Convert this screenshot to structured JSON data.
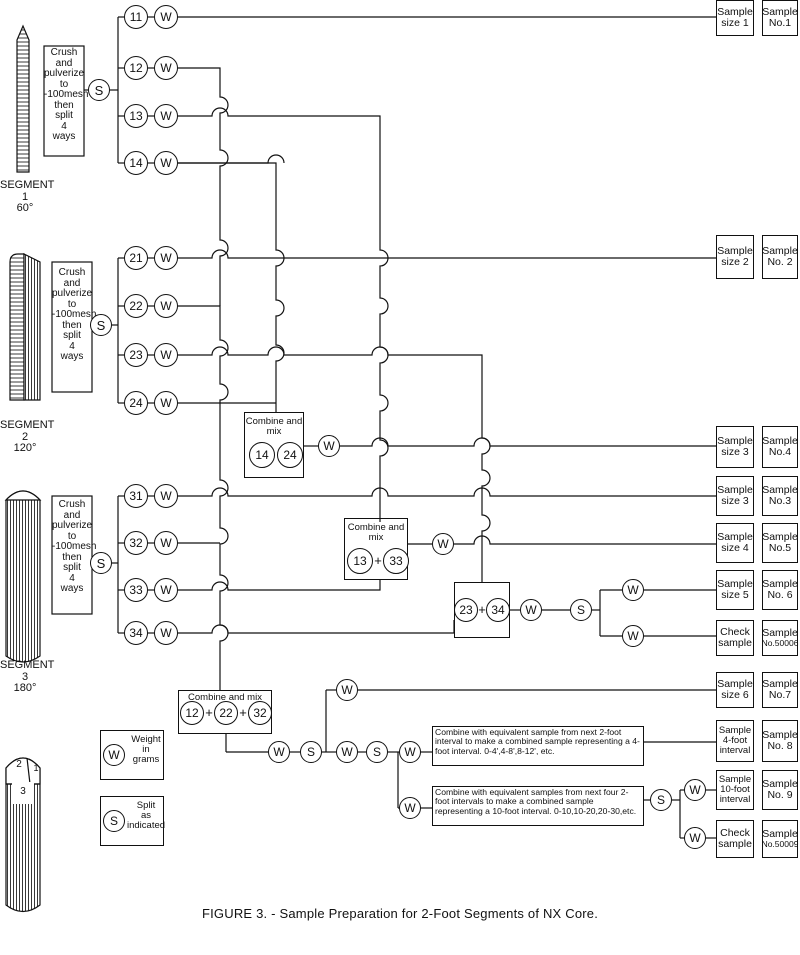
{
  "caption": "FIGURE 3. - Sample Preparation for 2-Foot Segments of NX Core.",
  "segments": [
    {
      "name": "SEGMENT 1",
      "angle": "60°",
      "process": [
        "Crush",
        "and",
        "pulverize",
        "to",
        "-100mesh",
        "then",
        "split",
        "4",
        "ways"
      ]
    },
    {
      "name": "SEGMENT 2",
      "angle": "120°",
      "process": [
        "Crush",
        "and",
        "pulverize",
        "to",
        "-100mesh",
        "then",
        "split",
        "4",
        "ways"
      ]
    },
    {
      "name": "SEGMENT 3",
      "angle": "180°",
      "process": [
        "Crush",
        "and",
        "pulverize",
        "to",
        "-100mesh",
        "then",
        "split",
        "4",
        "ways"
      ]
    }
  ],
  "core_section": {
    "top_left": "2",
    "top_right": "1",
    "bottom": "3"
  },
  "symbols": {
    "weigh": "W",
    "split": "S",
    "plus": "+"
  },
  "sample_ids": [
    "11",
    "12",
    "13",
    "14",
    "21",
    "22",
    "23",
    "24",
    "31",
    "32",
    "33",
    "34"
  ],
  "combine_label": "Combine and mix",
  "combine_groups": {
    "g1": [
      "14",
      "24"
    ],
    "g2": [
      "13",
      "33"
    ],
    "g3": [
      "23",
      "34"
    ],
    "g4": [
      "12",
      "22",
      "32"
    ]
  },
  "outputs": [
    {
      "size": [
        "Sample",
        "size 1"
      ],
      "number": [
        "Sample",
        "No.1"
      ]
    },
    {
      "size": [
        "Sample",
        "size 2"
      ],
      "number": [
        "Sample",
        "No. 2"
      ]
    },
    {
      "size": [
        "Sample",
        "size 3"
      ],
      "number": [
        "Sample",
        "No.4"
      ]
    },
    {
      "size": [
        "Sample",
        "size 3"
      ],
      "number": [
        "Sample",
        "No.3"
      ]
    },
    {
      "size": [
        "Sample",
        "size 4"
      ],
      "number": [
        "Sample",
        "No.5"
      ]
    },
    {
      "size": [
        "Sample",
        "size 5"
      ],
      "number": [
        "Sample",
        "No. 6"
      ]
    },
    {
      "size": [
        "Check",
        "sample"
      ],
      "number": [
        "Sample",
        "No.50006"
      ]
    },
    {
      "size": [
        "Sample",
        "size 6"
      ],
      "number": [
        "Sample",
        "No.7"
      ]
    },
    {
      "size": [
        "Sample",
        "4-foot",
        "interval"
      ],
      "number": [
        "Sample",
        "No. 8"
      ]
    },
    {
      "size": [
        "Sample",
        "10-foot",
        "interval"
      ],
      "number": [
        "Sample",
        "No. 9"
      ]
    },
    {
      "size": [
        "Check",
        "sample"
      ],
      "number": [
        "Sample",
        "No.50009"
      ]
    }
  ],
  "combine_notes": [
    "Combine  with equivalent sample from next 2-foot interval to make a combined sample representing a 4-foot interval. 0-4',4-8',8-12', etc.",
    "Combine  with equivalent samples from next four 2-foot intervals to make a combined sample representing a 10-foot interval. 0-10,10-20,20-30,etc."
  ],
  "legend": [
    {
      "symbol": "W",
      "text": [
        "Weight",
        "in",
        "grams"
      ]
    },
    {
      "symbol": "S",
      "text": [
        "Split",
        "as",
        "indicated"
      ]
    }
  ]
}
